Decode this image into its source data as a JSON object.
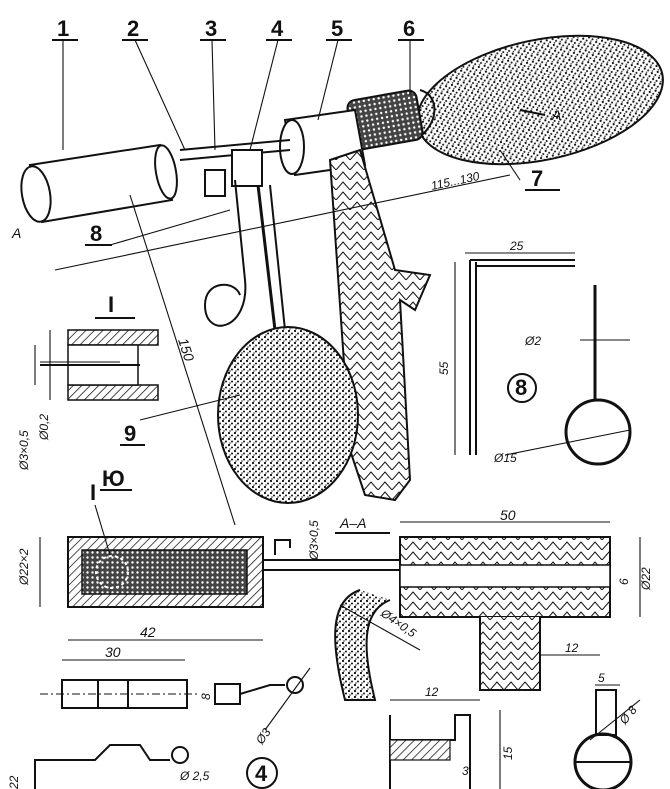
{
  "callouts": [
    "1",
    "2",
    "3",
    "4",
    "5",
    "6",
    "7",
    "8",
    "9",
    "Ю"
  ],
  "section_marks": {
    "a_left": "A",
    "a_right": "A",
    "section_title": "A–A",
    "detail_label": "I",
    "detail_label_2": "I"
  },
  "circled": {
    "part_8": "8",
    "part_4": "4"
  },
  "dimensions": {
    "d_115_130": "115...130",
    "d_150": "150",
    "d_25": "25",
    "d_55": "55",
    "d_dia2": "Ø2",
    "d_dia15": "Ø15",
    "d_dia3x05": "Ø3×0,5",
    "d_dia02": "Ø0,2",
    "d_dia22x2": "Ø22×2",
    "d_dia3x05b": "Ø3×0,5",
    "d_50": "50",
    "d_6": "6",
    "d_dia22": "Ø22",
    "d_42": "42",
    "d_dia4x05": "Ø4×0,5",
    "d_12a": "12",
    "d_30": "30",
    "d_8": "8",
    "d_dia3": "Ø3",
    "d_12b": "12",
    "d_15": "15",
    "d_3": "3",
    "d_5": "5",
    "d_dia8": "Ø 8",
    "d_dia25": "Ø 2,5",
    "d_22": "22"
  }
}
